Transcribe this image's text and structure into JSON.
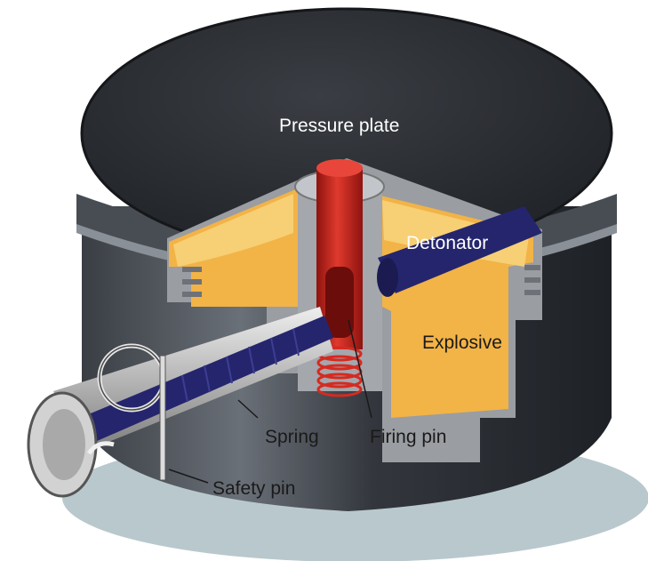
{
  "diagram": {
    "labels": {
      "pressure_plate": "Pressure plate",
      "detonator": "Detonator",
      "explosive": "Explosive",
      "spring": "Spring",
      "firing_pin": "Firing pin",
      "safety_pin": "Safety pin"
    },
    "colors": {
      "casing": "#2b2e33",
      "casing_light": "#5a5f66",
      "explosive": "#f2b347",
      "explosive_light": "#f7cf74",
      "firing_pin": "#c8231c",
      "detonator": "#25256e",
      "metal": "#c9c9c9",
      "shadow": "#b7c6cb"
    }
  }
}
